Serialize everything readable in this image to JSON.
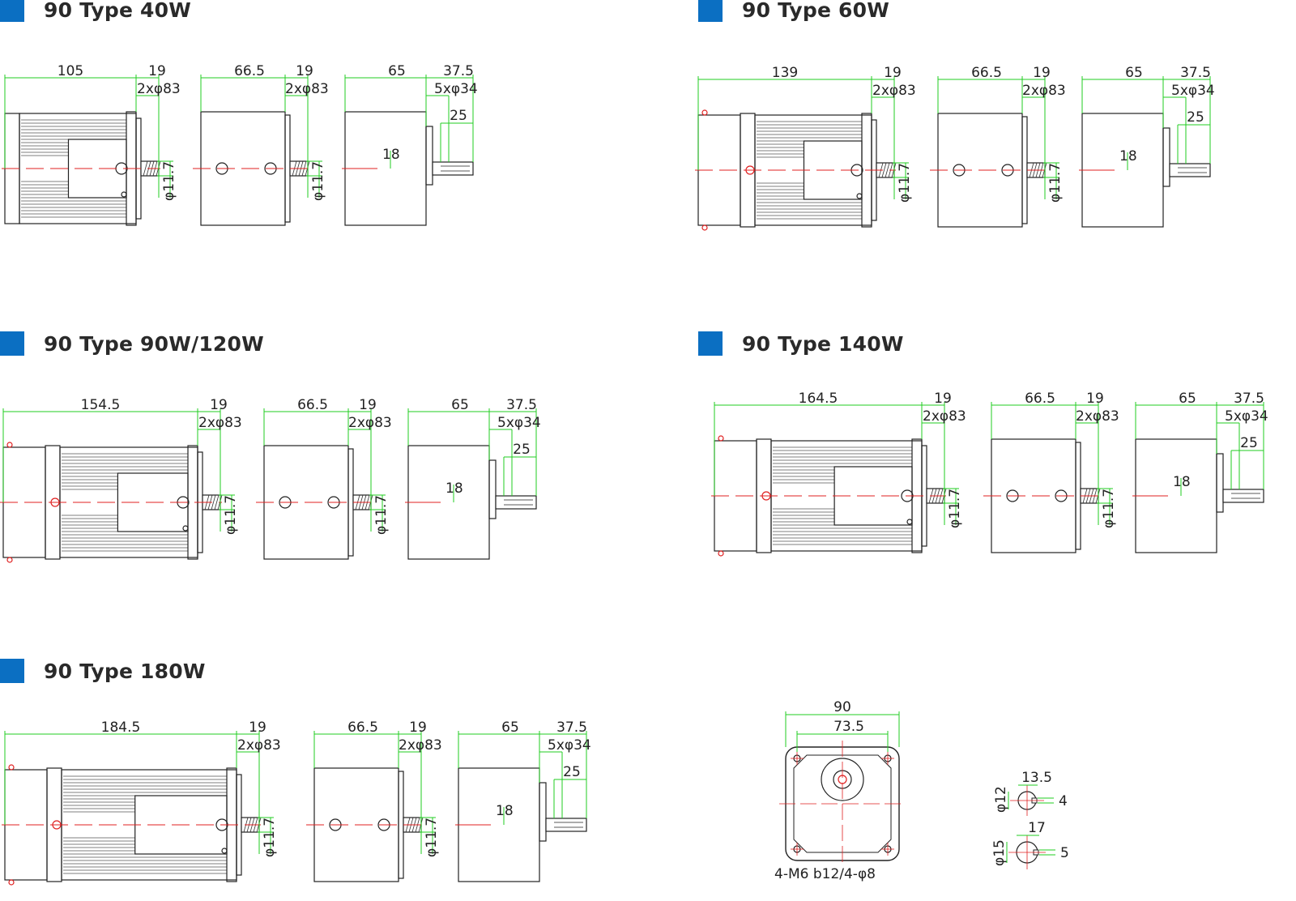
{
  "colors": {
    "accent": "#0b6fc2",
    "dimension": "#22cc22",
    "centerline": "#e02020",
    "outline": "#222222"
  },
  "sections": [
    {
      "id": "40w",
      "title": "90 Type 40W",
      "dims": {
        "body": "105",
        "flange": "19",
        "holes": "2xφ83",
        "shaft": "φ11.7",
        "mid_len": "66.5",
        "mid_flange": "19",
        "mid_holes": "2xφ83",
        "mid_shaft": "φ11.7",
        "gb_len": "65",
        "gb_out": "37.5",
        "gb_holes": "5xφ34",
        "gb_shaft": "25",
        "gb_key": "18"
      }
    },
    {
      "id": "60w",
      "title": "90 Type 60W",
      "dims": {
        "body": "139",
        "flange": "19",
        "holes": "2xφ83",
        "shaft": "φ11.7",
        "mid_len": "66.5",
        "mid_flange": "19",
        "mid_holes": "2xφ83",
        "mid_shaft": "φ11.7",
        "gb_len": "65",
        "gb_out": "37.5",
        "gb_holes": "5xφ34",
        "gb_shaft": "25",
        "gb_key": "18"
      }
    },
    {
      "id": "90w",
      "title": "90 Type 90W/120W",
      "dims": {
        "body": "154.5",
        "flange": "19",
        "holes": "2xφ83",
        "shaft": "φ11.7",
        "mid_len": "66.5",
        "mid_flange": "19",
        "mid_holes": "2xφ83",
        "mid_shaft": "φ11.7",
        "gb_len": "65",
        "gb_out": "37.5",
        "gb_holes": "5xφ34",
        "gb_shaft": "25",
        "gb_key": "18"
      }
    },
    {
      "id": "140w",
      "title": "90 Type 140W",
      "dims": {
        "body": "164.5",
        "flange": "19",
        "holes": "2xφ83",
        "shaft": "φ11.7",
        "mid_len": "66.5",
        "mid_flange": "19",
        "mid_holes": "2xφ83",
        "mid_shaft": "φ11.7",
        "gb_len": "65",
        "gb_out": "37.5",
        "gb_holes": "5xφ34",
        "gb_shaft": "25",
        "gb_key": "18"
      }
    },
    {
      "id": "180w",
      "title": "90 Type 180W",
      "dims": {
        "body": "184.5",
        "flange": "19",
        "holes": "2xφ83",
        "shaft": "φ11.7",
        "mid_len": "66.5",
        "mid_flange": "19",
        "mid_holes": "2xφ83",
        "mid_shaft": "φ11.7",
        "gb_len": "65",
        "gb_out": "37.5",
        "gb_holes": "5xφ34",
        "gb_shaft": "25",
        "gb_key": "18"
      }
    }
  ],
  "front_view": {
    "width": "90",
    "pitch": "73.5",
    "mount": "4-M6 b12/4-φ8"
  },
  "shaft_detail_a": {
    "width": "13.5",
    "diameter": "φ12",
    "key": "4"
  },
  "shaft_detail_b": {
    "width": "17",
    "diameter": "φ15",
    "key": "5"
  }
}
